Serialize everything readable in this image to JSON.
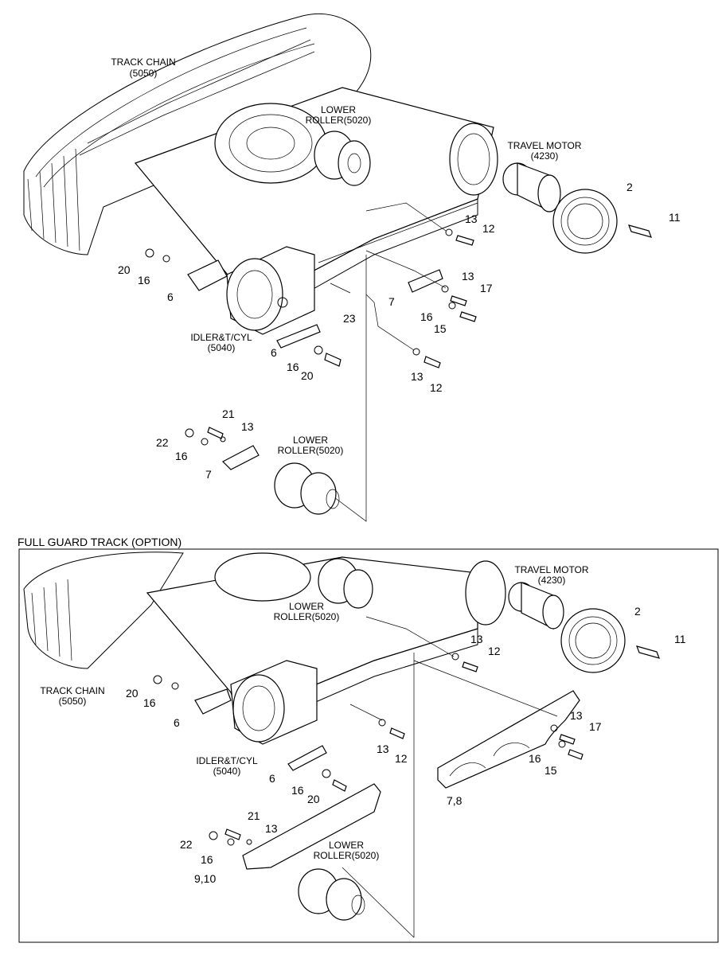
{
  "top": {
    "labels": {
      "track_chain": [
        "TRACK CHAIN",
        "(5050)"
      ],
      "lower_roller_a": [
        "LOWER",
        "ROLLER(5020)"
      ],
      "travel_motor": [
        "TRAVEL MOTOR",
        "(4230)"
      ],
      "idler": [
        "IDLER&T/CYL",
        "(5040)"
      ],
      "lower_roller_b": [
        "LOWER",
        "ROLLER(5020)"
      ]
    },
    "callouts": [
      "2",
      "11",
      "13",
      "12",
      "20",
      "16",
      "6",
      "13",
      "17",
      "7",
      "16",
      "15",
      "23",
      "6",
      "16",
      "20",
      "13",
      "12",
      "21",
      "13",
      "22",
      "16",
      "7"
    ]
  },
  "bottom": {
    "section_title": "FULL GUARD TRACK (OPTION)",
    "labels": {
      "travel_motor": [
        "TRAVEL MOTOR",
        "(4230)"
      ],
      "lower_roller_a": [
        "LOWER",
        "ROLLER(5020)"
      ],
      "track_chain": [
        "TRACK CHAIN",
        "(5050)"
      ],
      "idler": [
        "IDLER&T/CYL",
        "(5040)"
      ],
      "lower_roller_b": [
        "LOWER",
        "ROLLER(5020)"
      ]
    },
    "callouts": [
      "2",
      "11",
      "13",
      "12",
      "20",
      "16",
      "6",
      "13",
      "17",
      "16",
      "15",
      "13",
      "12",
      "7,8",
      "6",
      "16",
      "20",
      "21",
      "13",
      "22",
      "16",
      "9,10"
    ]
  }
}
